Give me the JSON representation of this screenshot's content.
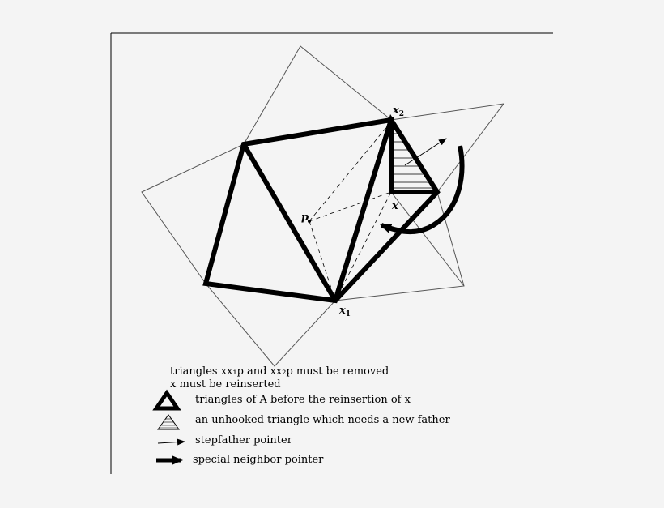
{
  "labels": {
    "x2": {
      "base": "x",
      "sub": "2"
    },
    "x1": {
      "base": "x",
      "sub": "1"
    },
    "x": "x",
    "p": "p"
  },
  "caption": {
    "line1": "triangles xx₁p and xx₂p must be removed",
    "line2": "x must be reinserted"
  },
  "legend": [
    {
      "icon": "thick-triangle-icon",
      "text": "triangles of A before the reinsertion of x"
    },
    {
      "icon": "hatched-triangle-icon",
      "text": "an unhooked triangle which needs a new father"
    },
    {
      "icon": "thin-arrow-icon",
      "text": "stepfather pointer"
    },
    {
      "icon": "thick-arrow-icon",
      "text": "special neighbor pointer"
    }
  ],
  "colors": {
    "stroke": "#000000",
    "background": "#f4f4f4"
  }
}
